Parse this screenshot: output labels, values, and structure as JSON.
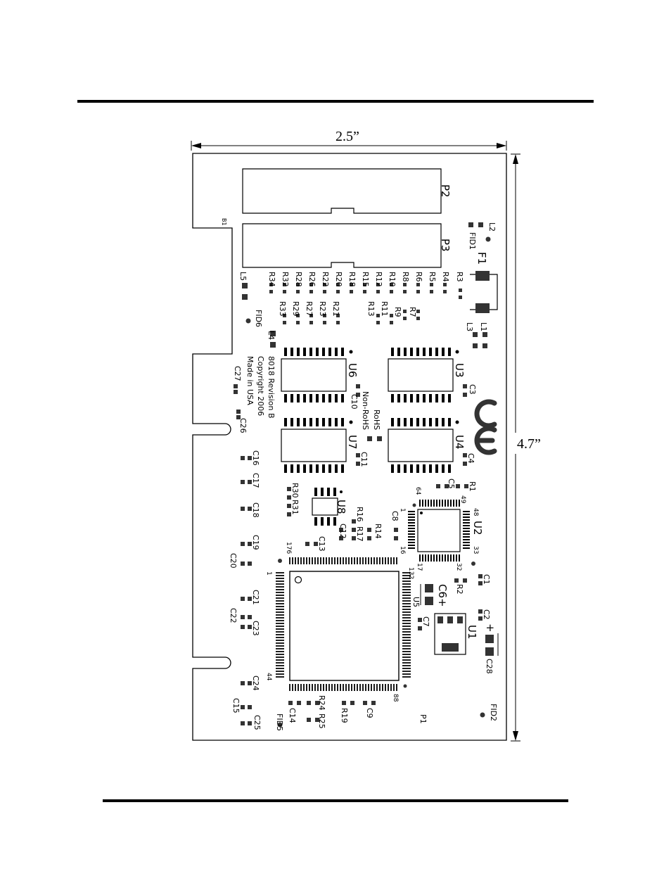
{
  "dimensions": {
    "width_label": "2.5”",
    "height_label": "4.7”"
  },
  "connectors": {
    "p2": "P2",
    "p3": "P3",
    "p1": "P1"
  },
  "board_text": {
    "b1": "B1",
    "line1": "8018 Revision B",
    "line2": "Copyright 2006",
    "line3": "Made in USA",
    "non_rohs": "Non-RoHS",
    "rohs": "RoHS"
  },
  "ic_labels": {
    "u1": "U1",
    "u2": "U2",
    "u3": "U3",
    "u4": "U4",
    "u5": "U5",
    "u6": "U6",
    "u7": "U7",
    "u8": "U8"
  },
  "misc_labels": {
    "f1": "F1",
    "l1": "L1",
    "l2": "L2",
    "l3": "L3",
    "l4": "L4",
    "l5": "L5",
    "fid1": "FID1",
    "fid2": "FID2",
    "fid5": "FID5",
    "fid6": "FID6",
    "c6": "C6+",
    "c28": "C28",
    "plus": "+"
  },
  "pin_numbers": {
    "u2": [
      "64",
      "49",
      "48",
      "33",
      "32",
      "17",
      "16",
      "1"
    ],
    "main": [
      "176",
      "132",
      "1",
      "44",
      "88"
    ]
  },
  "resistor_row_top": [
    "R34",
    "R32",
    "R28",
    "R26",
    "R22",
    "R20",
    "R18",
    "R15",
    "R12",
    "R10",
    "R8",
    "R6",
    "R5",
    "R4",
    "R3"
  ],
  "resistor_row_bottom": [
    "R33",
    "R29",
    "R27",
    "R23",
    "R21",
    "R13",
    "R11",
    "R9",
    "R7"
  ],
  "left_caps": [
    "C27",
    "C26",
    "C16",
    "C17",
    "C18",
    "C19",
    "C20",
    "C21",
    "C22",
    "C23",
    "C24",
    "C15",
    "C25"
  ],
  "inner_labels": [
    "C10",
    "C11",
    "C3",
    "C4",
    "C5",
    "R1",
    "C8",
    "R14",
    "R16",
    "R17",
    "C12",
    "C13",
    "R30",
    "R31",
    "C1",
    "R2",
    "C2",
    "C7",
    "C14",
    "R24",
    "R25",
    "R19",
    "C9"
  ]
}
